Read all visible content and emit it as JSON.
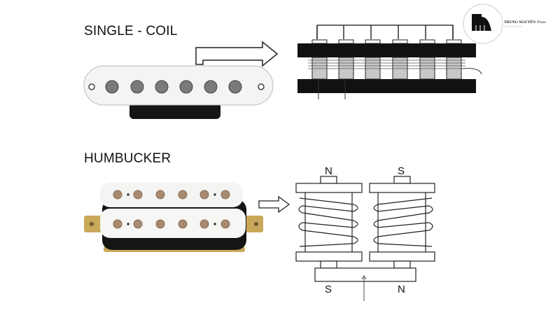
{
  "titles": {
    "single_coil": "SINGLE - COIL",
    "humbucker": "HUMBUCKER"
  },
  "humbucker_diagram": {
    "top_left_pole": "N",
    "top_right_pole": "S",
    "bottom_left_pole": "S",
    "bottom_right_pole": "N"
  },
  "logo": {
    "brand": "TRUNG NGUYÊN",
    "script": "Piano"
  },
  "colors": {
    "pickup_white": "#f4f4f2",
    "pickup_black": "#111111",
    "gold": "#c9a85a",
    "bobbin_gray": "#c8c8c8"
  }
}
